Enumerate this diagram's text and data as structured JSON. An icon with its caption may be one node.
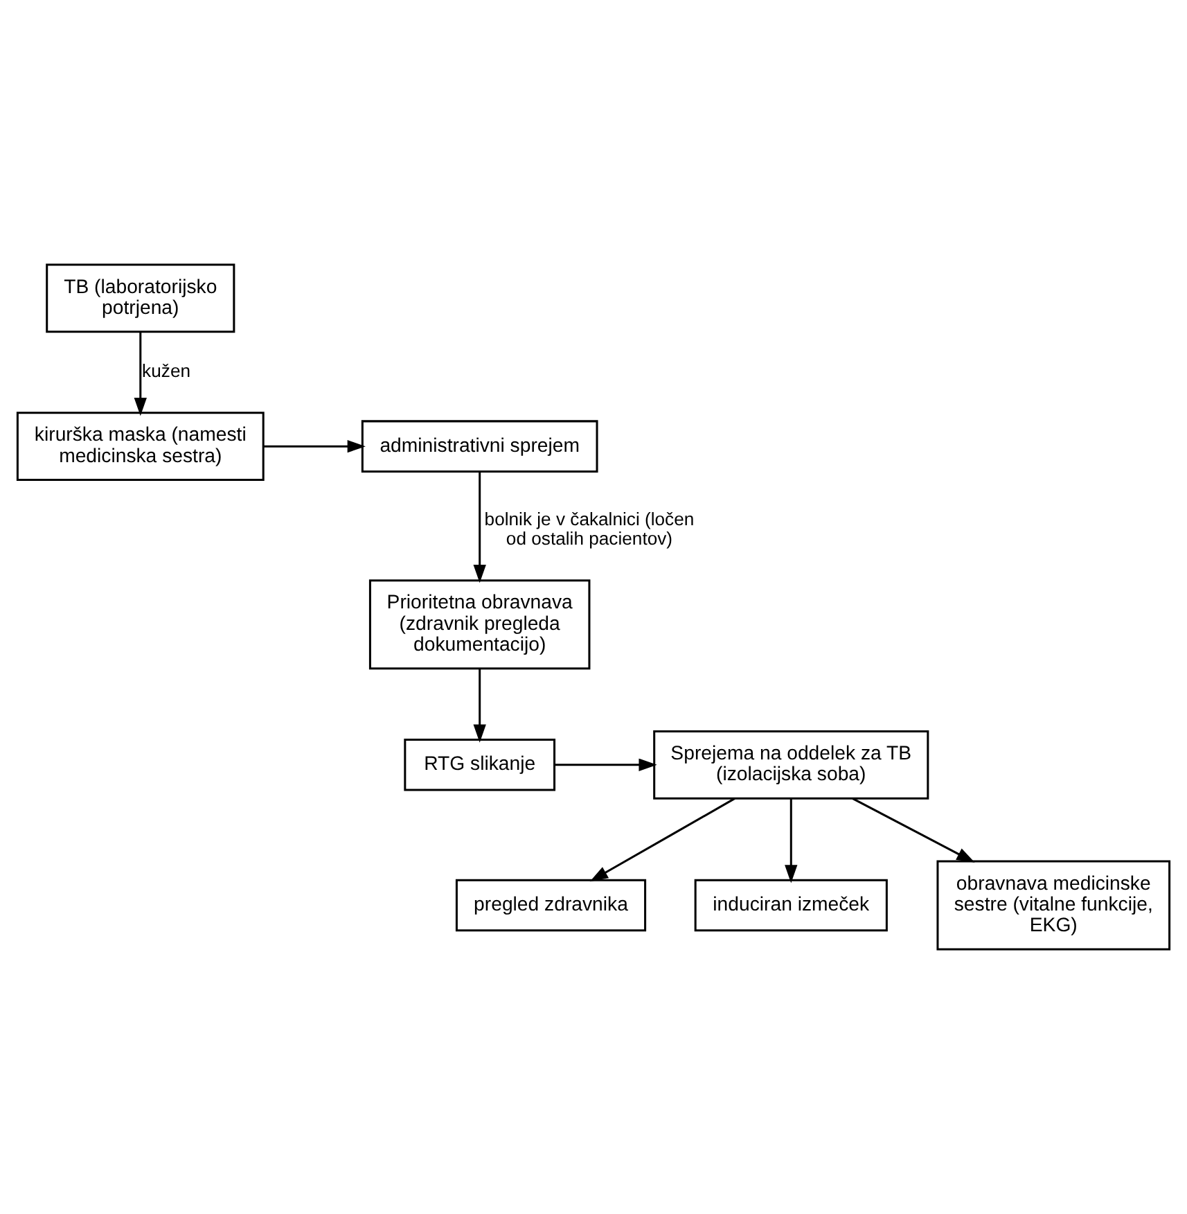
{
  "diagram": {
    "nodes": [
      {
        "text": [
          "TB (laboratorijsko potrjena)"
        ]
      },
      {
        "text": [
          "kirurška maska (namesti medicinska sestra)"
        ]
      },
      {
        "text": [
          "administrativni sprejem"
        ]
      },
      {
        "text": [
          "Prioritetna obravnava (zdravnik pregleda dokumentacijo)"
        ]
      },
      {
        "text": [
          "RTG slikanje"
        ]
      },
      {
        "text": [
          "Sprejema na oddelek za TB (izolacijska soba)"
        ]
      },
      {
        "text": [
          "pregled zdravnika"
        ]
      },
      {
        "text": [
          "induciran izmeček"
        ]
      },
      {
        "text": [
          "obravnava medicinske sestre (vitalne funkcije, EKG)"
        ]
      }
    ],
    "edges": [
      {
        "from": 0,
        "to": 1,
        "arrow": "to",
        "label": "kužen"
      },
      {
        "from": 1,
        "to": 2,
        "arrow": "to"
      },
      {
        "from": 2,
        "to": 3,
        "arrow": "to",
        "label": "bolnik je v čakalnici (ločen od ostalih pacientov)"
      },
      {
        "from": 3,
        "to": 4,
        "arrow": "to"
      },
      {
        "from": 4,
        "to": 5,
        "arrow": "to"
      },
      {
        "from": 5,
        "to": 6,
        "arrow": "to"
      },
      {
        "from": 5,
        "to": 7,
        "arrow": "to"
      },
      {
        "from": 5,
        "to": 8,
        "arrow": "to"
      }
    ]
  }
}
